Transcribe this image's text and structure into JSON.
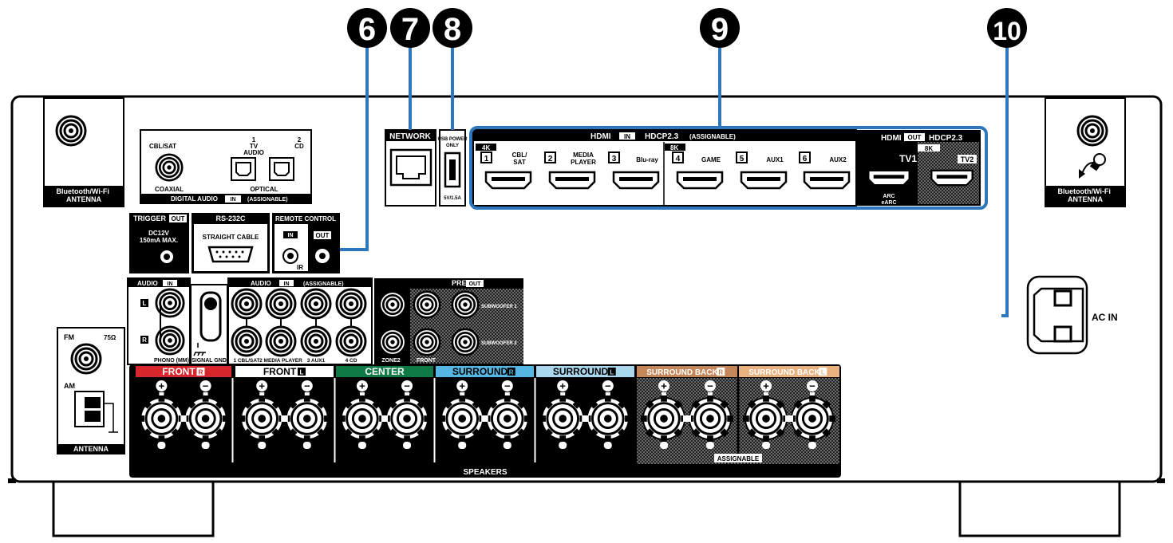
{
  "callouts": [
    {
      "num": "6",
      "label": "❻"
    },
    {
      "num": "7",
      "label": "❼"
    },
    {
      "num": "8",
      "label": "❽"
    },
    {
      "num": "9",
      "label": "❾"
    },
    {
      "num": "10",
      "label": "❿"
    }
  ],
  "colors": {
    "callout_line": "#2f77bd",
    "panel": "#000000",
    "front_r": "#d7262c",
    "front_l": "#ffffff",
    "center": "#0f7a46",
    "surround_r": "#55b6e3",
    "surround_l": "#a9d8ee",
    "surround_back_r": "#c5875a",
    "surround_back_l": "#e8b17e"
  },
  "antenna": {
    "bt_left": "Bluetooth/Wi-Fi\nANTENNA",
    "bt_right": "Bluetooth/Wi-Fi\nANTENNA",
    "fm": "FM",
    "fm_ohm": "75Ω",
    "am": "AM",
    "label": "ANTENNA"
  },
  "digital_audio": {
    "cbl_sat": "CBL/SAT",
    "coaxial": "COAXIAL",
    "tv_num": "1",
    "tv": "TV",
    "cd_num": "2",
    "cd": "CD",
    "audio": "AUDIO",
    "optical": "OPTICAL",
    "title": "DIGITAL AUDIO",
    "in": "IN",
    "assignable": "(ASSIGNABLE)"
  },
  "trigger": {
    "title": "TRIGGER",
    "out": "OUT",
    "spec1": "DC12V",
    "spec2": "150mA MAX."
  },
  "rs232c": {
    "title": "RS-232C",
    "cable": "STRAIGHT CABLE"
  },
  "remote": {
    "title": "REMOTE CONTROL",
    "in": "IN",
    "out": "OUT",
    "ir": "IR"
  },
  "network": {
    "title": "NETWORK"
  },
  "usb": {
    "line1": "USB POWER",
    "line2": "ONLY",
    "spec": "5V/1.5A"
  },
  "hdmi_in": {
    "title": "HDMI",
    "in": "IN",
    "hdcp": "HDCP2.3",
    "assignable": "(ASSIGNABLE)",
    "badge4k": "4K",
    "badge8k": "8K",
    "ports": [
      {
        "num": "1",
        "name": "CBL/\nSAT"
      },
      {
        "num": "2",
        "name": "MEDIA\nPLAYER"
      },
      {
        "num": "3",
        "name": "Blu-ray"
      },
      {
        "num": "4",
        "name": "GAME"
      },
      {
        "num": "5",
        "name": "AUX1"
      },
      {
        "num": "6",
        "name": "AUX2"
      }
    ]
  },
  "hdmi_out": {
    "title": "HDMI",
    "out": "OUT",
    "hdcp": "HDCP2.3",
    "badge8k": "8K",
    "tv1": "TV1",
    "tv2": "TV2",
    "arc": "ARC",
    "earc": "eARC"
  },
  "audio_in_phono": {
    "title": "AUDIO",
    "in": "IN",
    "l": "L",
    "r": "R",
    "phono": "PHONO (MM)",
    "gnd": "SIGNAL GND"
  },
  "audio_in": {
    "title": "AUDIO",
    "in": "IN",
    "assignable": "(ASSIGNABLE)",
    "labels": [
      "1 CBL/SAT",
      "2 MEDIA PLAYER",
      "3 AUX1",
      "4 CD"
    ]
  },
  "pre_out": {
    "title": "PRE",
    "out": "OUT",
    "zone2": "ZONE2",
    "front": "FRONT",
    "sub1": "SUBWOOFER 1",
    "sub2": "SUBWOOFER 2"
  },
  "speakers": {
    "title": "SPEAKERS",
    "assignable": "ASSIGNABLE",
    "plus": "+",
    "minus": "−",
    "channels": [
      {
        "name": "FRONT",
        "side": "R"
      },
      {
        "name": "FRONT",
        "side": "L"
      },
      {
        "name": "CENTER",
        "side": ""
      },
      {
        "name": "SURROUND",
        "side": "R"
      },
      {
        "name": "SURROUND",
        "side": "L"
      },
      {
        "name": "SURROUND BACK",
        "side": "R"
      },
      {
        "name": "SURROUND BACK",
        "side": "L"
      }
    ]
  },
  "ac_in": {
    "label": "AC IN"
  }
}
